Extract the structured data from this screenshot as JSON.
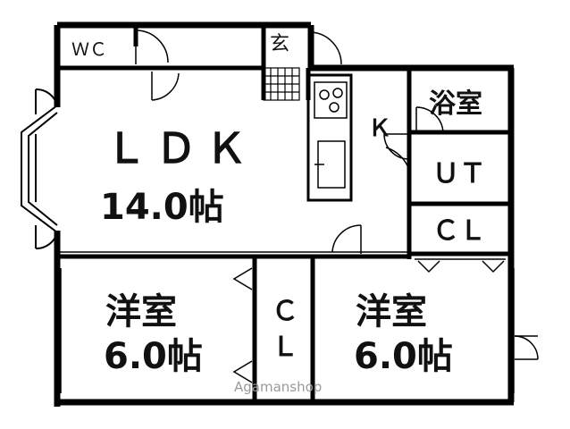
{
  "plan": {
    "rooms": {
      "wc": {
        "label": "ＷＣ"
      },
      "genkan": {
        "label": "玄"
      },
      "ldk": {
        "label": "ＬＤＫ",
        "size": "14.0帖"
      },
      "kitchen": {
        "label": "Ｋ"
      },
      "bath": {
        "label": "浴室"
      },
      "ut": {
        "label": "ＵＴ"
      },
      "cl_right": {
        "label": "ＣＬ"
      },
      "cl_mid": {
        "label_top": "Ｃ",
        "label_bottom": "Ｌ"
      },
      "room_left": {
        "label": "洋室",
        "size": "6.0帖"
      },
      "room_right": {
        "label": "洋室",
        "size": "6.0帖"
      }
    },
    "watermark": "Agamanshop"
  }
}
